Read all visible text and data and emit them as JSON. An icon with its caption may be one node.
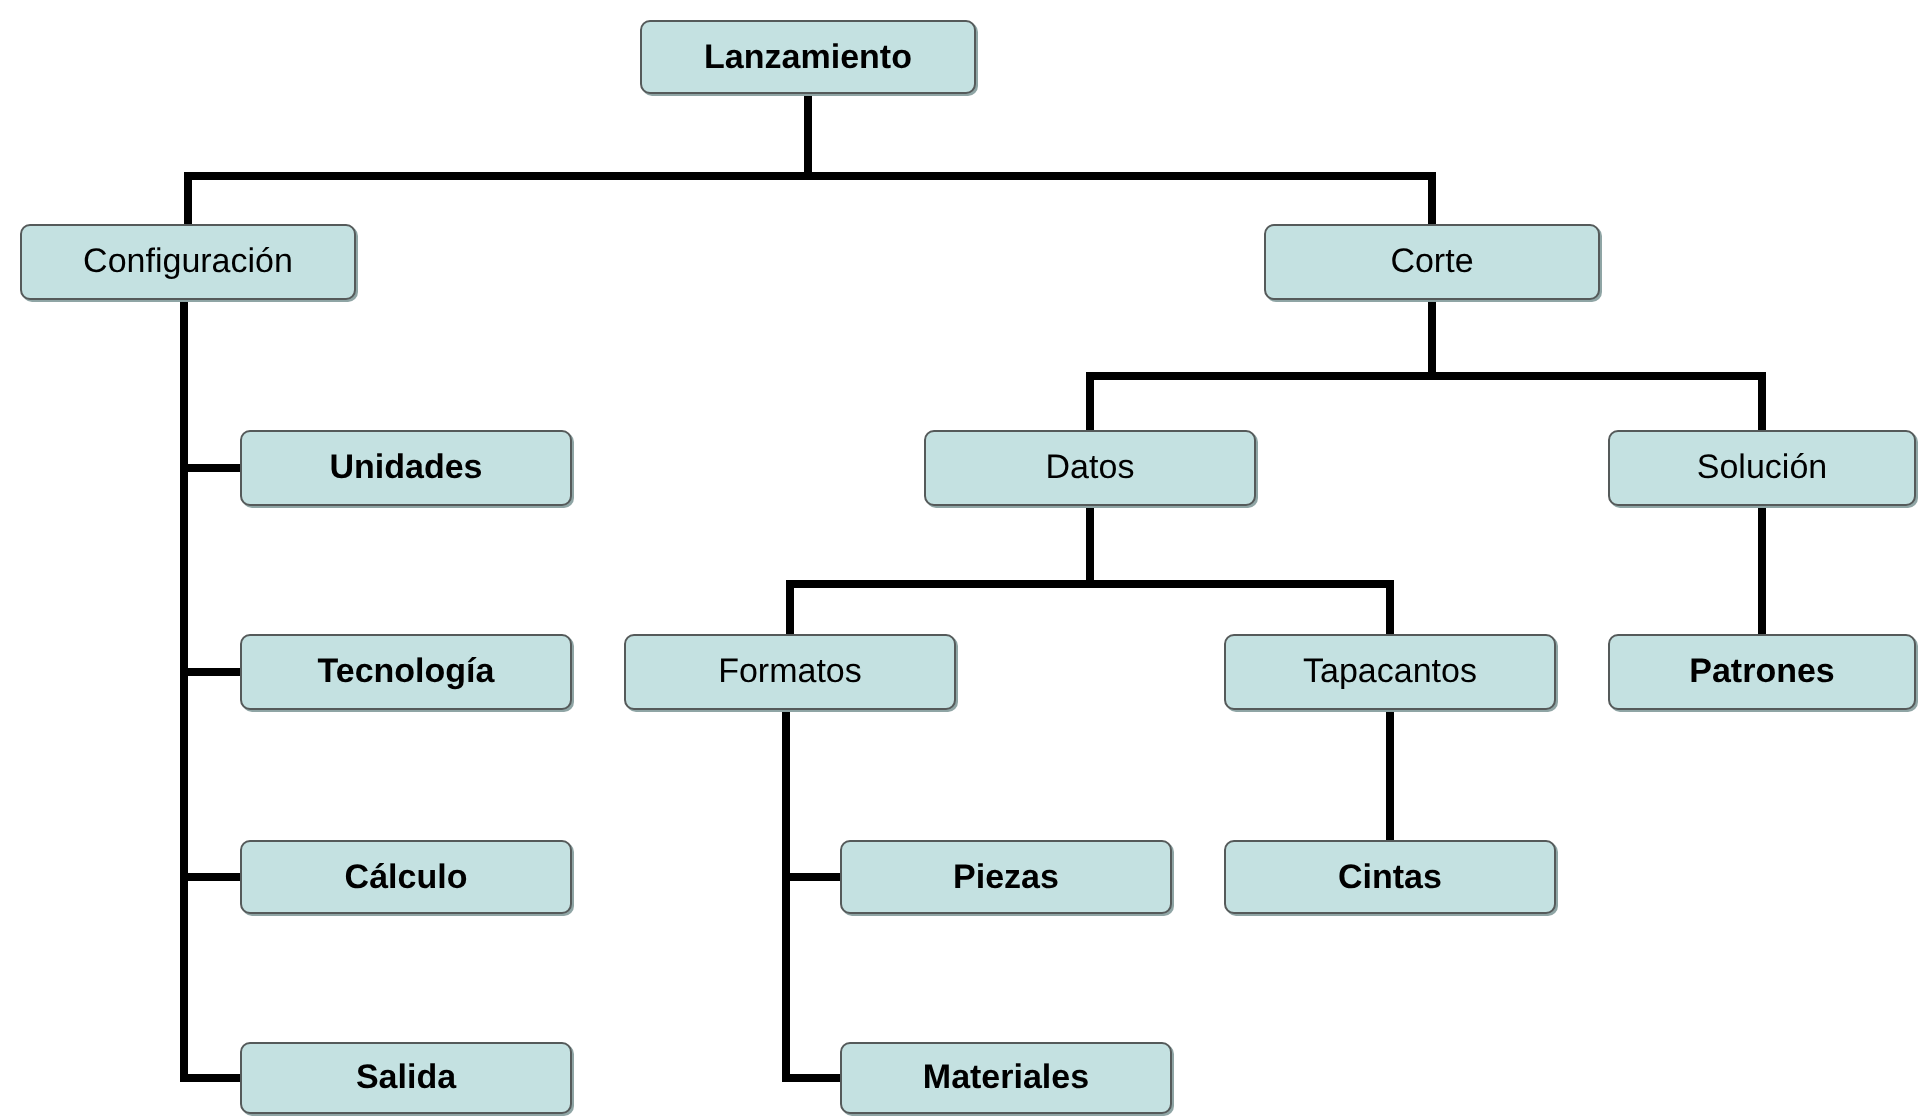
{
  "diagram": {
    "nodes": [
      {
        "text": [
          "Lanzamiento"
        ]
      },
      {
        "text": [
          "Configuración"
        ]
      },
      {
        "text": [
          "Corte"
        ]
      },
      {
        "text": [
          "Unidades"
        ]
      },
      {
        "text": [
          "Tecnología"
        ]
      },
      {
        "text": [
          "Cálculo"
        ]
      },
      {
        "text": [
          "Salida"
        ]
      },
      {
        "text": [
          "Datos"
        ]
      },
      {
        "text": [
          "Solución"
        ]
      },
      {
        "text": [
          "Formatos"
        ]
      },
      {
        "text": [
          "Tapacantos"
        ]
      },
      {
        "text": [
          "Patrones"
        ]
      },
      {
        "text": [
          "Piezas"
        ]
      },
      {
        "text": [
          "Cintas"
        ]
      },
      {
        "text": [
          "Materiales"
        ]
      }
    ],
    "edges": [
      {
        "from": 0,
        "to": 1,
        "arrow": "none"
      },
      {
        "from": 0,
        "to": 2,
        "arrow": "none"
      },
      {
        "from": 1,
        "to": 3,
        "arrow": "none"
      },
      {
        "from": 1,
        "to": 4,
        "arrow": "none"
      },
      {
        "from": 1,
        "to": 5,
        "arrow": "none"
      },
      {
        "from": 1,
        "to": 6,
        "arrow": "none"
      },
      {
        "from": 2,
        "to": 7,
        "arrow": "none"
      },
      {
        "from": 2,
        "to": 8,
        "arrow": "none"
      },
      {
        "from": 7,
        "to": 9,
        "arrow": "none"
      },
      {
        "from": 7,
        "to": 10,
        "arrow": "none"
      },
      {
        "from": 8,
        "to": 11,
        "arrow": "none"
      },
      {
        "from": 9,
        "to": 12,
        "arrow": "none"
      },
      {
        "from": 9,
        "to": 14,
        "arrow": "none"
      },
      {
        "from": 10,
        "to": 13,
        "arrow": "none"
      }
    ]
  }
}
